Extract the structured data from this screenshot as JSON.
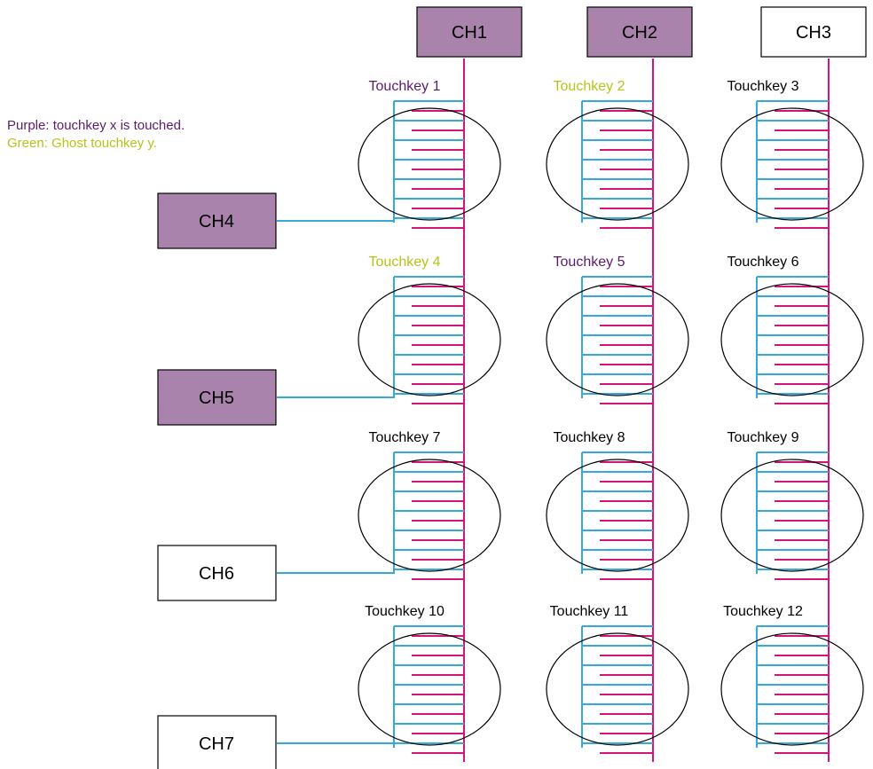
{
  "legend": {
    "touched": {
      "text": "Purple: touchkey x is touched.",
      "color": "#5e1a6e"
    },
    "ghost": {
      "text": "Green: Ghost touchkey y.",
      "color": "#b5c41a"
    }
  },
  "colors": {
    "active_fill": "#a983ac",
    "inactive_fill": "#ffffff",
    "column_trace": "#d4147a",
    "row_trace": "#35a9d8",
    "outline": "#000000",
    "default_text": "#000000"
  },
  "columns": [
    {
      "label": "CH1",
      "active": true
    },
    {
      "label": "CH2",
      "active": true
    },
    {
      "label": "CH3",
      "active": false
    }
  ],
  "rows": [
    {
      "label": "CH4",
      "active": true
    },
    {
      "label": "CH5",
      "active": true
    },
    {
      "label": "CH6",
      "active": false
    },
    {
      "label": "CH7",
      "active": false
    }
  ],
  "touchkeys": [
    {
      "label": "Touchkey 1",
      "state": "touched"
    },
    {
      "label": "Touchkey 2",
      "state": "ghost"
    },
    {
      "label": "Touchkey 3",
      "state": "normal"
    },
    {
      "label": "Touchkey 4",
      "state": "ghost"
    },
    {
      "label": "Touchkey 5",
      "state": "touched"
    },
    {
      "label": "Touchkey 6",
      "state": "normal"
    },
    {
      "label": "Touchkey 7",
      "state": "normal"
    },
    {
      "label": "Touchkey 8",
      "state": "normal"
    },
    {
      "label": "Touchkey 9",
      "state": "normal"
    },
    {
      "label": "Touchkey 10",
      "state": "normal"
    },
    {
      "label": "Touchkey 11",
      "state": "normal"
    },
    {
      "label": "Touchkey 12",
      "state": "normal"
    }
  ]
}
